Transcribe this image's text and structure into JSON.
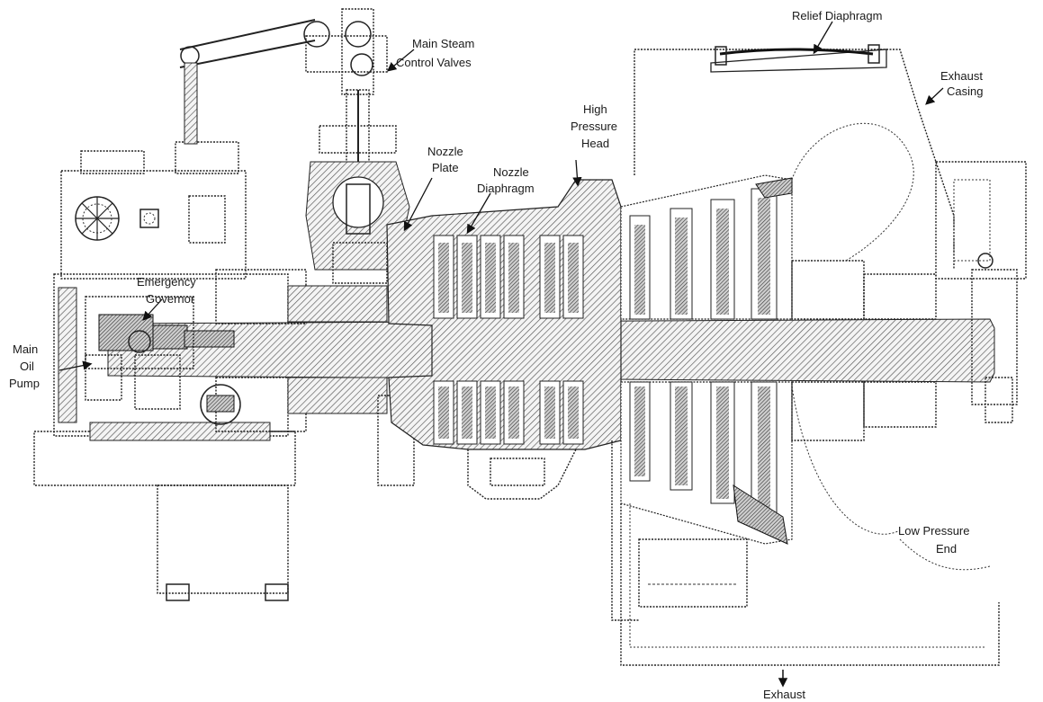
{
  "labels": {
    "relief_diaphragm": "Relief Diaphragm",
    "main_steam_1": "Main Steam",
    "main_steam_2": "Control Valves",
    "exhaust_casing_1": "Exhaust",
    "exhaust_casing_2": "Casing",
    "high_pressure_1": "High",
    "high_pressure_2": "Pressure",
    "high_pressure_3": "Head",
    "nozzle_plate_1": "Nozzle",
    "nozzle_plate_2": "Plate",
    "nozzle_diaphragm_1": "Nozzle",
    "nozzle_diaphragm_2": "Diaphragm",
    "emergency_1": "Emergency",
    "emergency_2": "Governor",
    "main_oil_1": "Main",
    "main_oil_2": "Oil",
    "main_oil_3": "Pump",
    "low_pressure_1": "Low Pressure",
    "low_pressure_2": "End",
    "exhaust": "Exhaust"
  }
}
